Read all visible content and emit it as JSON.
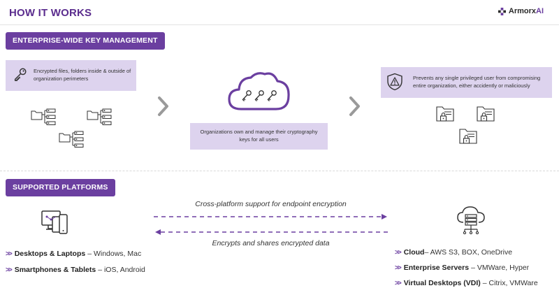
{
  "header": {
    "title": "HOW IT WORKS",
    "brand_main": "Armorx",
    "brand_suffix": "AI"
  },
  "key_management": {
    "badge": "ENTERPRISE-WIDE KEY MANAGEMENT",
    "left_text": "Encrypted files, folders inside & outside of organization perimeters",
    "center_text": "Organizations own and manage their cryptography keys for all users",
    "right_text": "Prevents any single privileged user from compromising entire organization, either accidently or maliciously"
  },
  "platforms": {
    "badge": "SUPPORTED PLATFORMS",
    "flow_top": "Cross-platform support for endpoint encryption",
    "flow_bottom": "Encrypts and shares encrypted data",
    "left_items": [
      {
        "title": "Desktops & Laptops",
        "detail": "– Windows, Mac"
      },
      {
        "title": "Smartphones & Tablets",
        "detail": "– iOS, Android"
      }
    ],
    "right_items": [
      {
        "title": "Cloud",
        "detail": "– AWS S3, BOX, OneDrive"
      },
      {
        "title": "Enterprise Servers",
        "detail": "– VMWare, Hyper"
      },
      {
        "title": "Virtual Desktops (VDI)",
        "detail": "– Citrix, VMWare"
      }
    ]
  },
  "colors": {
    "accent": "#6b3fa0",
    "title": "#5b2d8e",
    "box_fill": "#ddd3ee"
  },
  "icons": [
    "key-icon",
    "folder-tree-icon",
    "cloud-keys-icon",
    "shield-warning-icon",
    "locked-folder-icon",
    "chevron-right-icon",
    "devices-icon",
    "cloud-server-icon",
    "double-chevron-icon",
    "armorx-logo-icon"
  ]
}
